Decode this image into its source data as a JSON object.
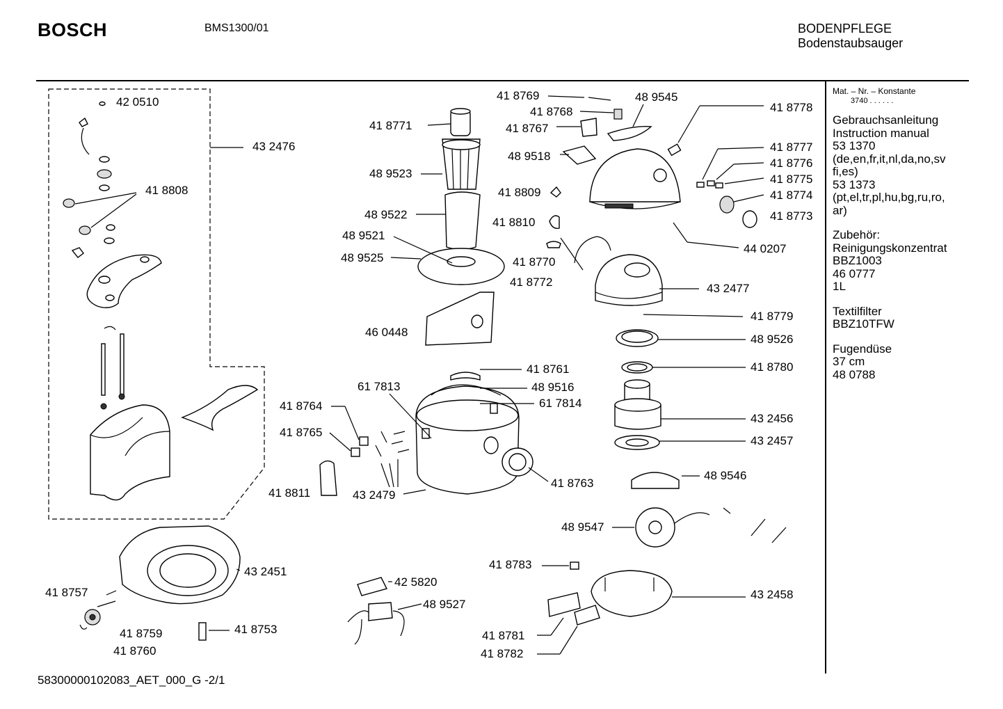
{
  "header": {
    "brand": "BOSCH",
    "model": "BMS1300/01",
    "category": "BODENPFLEGE",
    "subcategory": "Bodenstaubsauger"
  },
  "footer": {
    "document_code": "58300000102083_AET_000_G  -2/1"
  },
  "sidebar": {
    "mat_title": "Mat. – Nr. – Konstante",
    "mat_value": "3740  .  .    .  .  .  .",
    "manual_title_de": "Gebrauchsanleitung",
    "manual_title_en": "Instruction manual",
    "manual_1_nr": "53 1370",
    "manual_1_langs_a": "(de,en,fr,it,nl,da,no,sv",
    "manual_1_langs_b": "fi,es)",
    "manual_2_nr": "53 1373",
    "manual_2_langs_a": "(pt,el,tr,pl,hu,bg,ru,ro,",
    "manual_2_langs_b": "ar)",
    "acc_title": "Zubehör:",
    "acc_name": "Reinigungskonzentrat",
    "acc_code": "BBZ1003",
    "acc_nr": "46 0777",
    "acc_qty": "1L",
    "filter_title": "Textilfilter",
    "filter_code": "BBZ10TFW",
    "nozzle_title": "Fugendüse",
    "nozzle_len": "37 cm",
    "nozzle_nr": "48 0788"
  },
  "parts": {
    "p420510": "42 0510",
    "p432476": "43 2476",
    "p418808": "41 8808",
    "p418771": "41 8771",
    "p489523": "48 9523",
    "p489522": "48 9522",
    "p489521": "48 9521",
    "p489525": "48 9525",
    "p460448": "46 0448",
    "p418769": "41 8769",
    "p418768": "41 8768",
    "p418767": "41 8767",
    "p489545": "48 9545",
    "p489518": "48 9518",
    "p418809": "41 8809",
    "p418810": "41 8810",
    "p418770": "41 8770",
    "p418772": "41 8772",
    "p418778": "41 8778",
    "p418777": "41 8777",
    "p418776": "41 8776",
    "p418775": "41 8775",
    "p418774": "41 8774",
    "p418773": "41 8773",
    "p440207": "44 0207",
    "p432477": "43 2477",
    "p418779": "41 8779",
    "p489526": "48 9526",
    "p418780": "41 8780",
    "p432456": "43 2456",
    "p432457": "43 2457",
    "p489546": "48 9546",
    "p489547": "48 9547",
    "p418761": "41 8761",
    "p617813": "61 7813",
    "p489516": "48 9516",
    "p617814": "61 7814",
    "p418764": "41 8764",
    "p418765": "41 8765",
    "p418811": "41 8811",
    "p432479": "43 2479",
    "p418763": "41 8763",
    "p432451": "43 2451",
    "p418757": "41 8757",
    "p418759": "41 8759",
    "p418760": "41 8760",
    "p418753": "41 8753",
    "p425820": "42 5820",
    "p489527": "48 9527",
    "p418783": "41 8783",
    "p432458": "43 2458",
    "p418781": "41 8781",
    "p418782": "41 8782"
  }
}
